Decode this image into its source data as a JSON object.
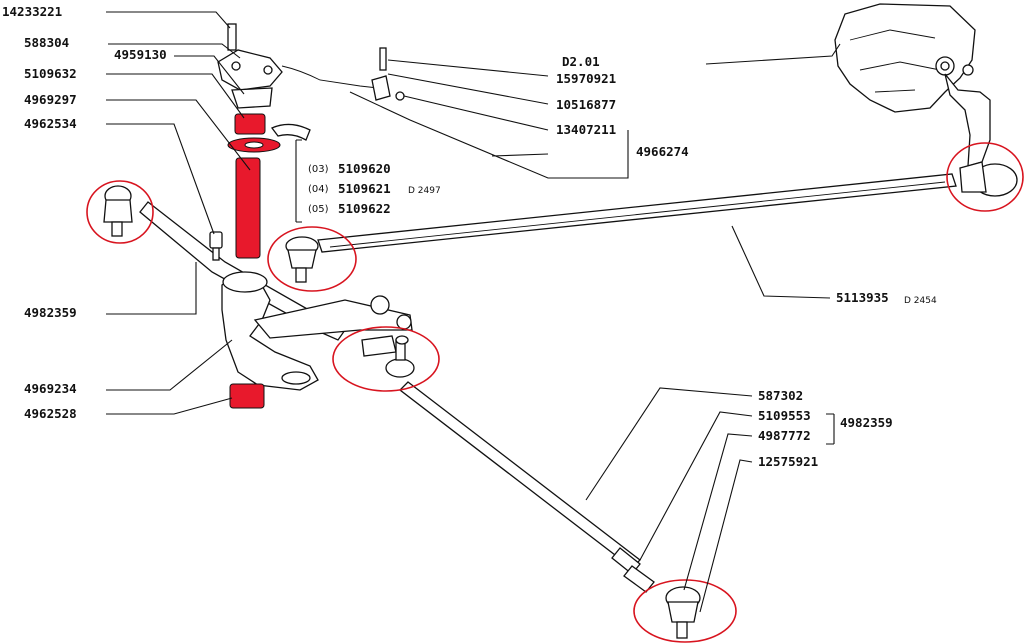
{
  "diagram": {
    "part_labels": [
      "14233221",
      "588304",
      "4959130",
      "5109632",
      "4969297",
      "4962534",
      "4982359",
      "4969234",
      "4962528",
      "D2.01",
      "15970921",
      "10516877",
      "13407211",
      "4966274",
      "5113935",
      "587302",
      "5109553",
      "4982359",
      "4987772",
      "12575921"
    ],
    "variants": [
      {
        "code": "(03)",
        "part": "5109620",
        "note": ""
      },
      {
        "code": "(04)",
        "part": "5109621",
        "note": "D 2497"
      },
      {
        "code": "(05)",
        "part": "5109622",
        "note": ""
      }
    ],
    "drawing_refs": [
      "D 2454"
    ],
    "colors": {
      "highlight_part": "#e8192c",
      "highlight_circle": "#d8141f",
      "line": "#111111"
    }
  }
}
